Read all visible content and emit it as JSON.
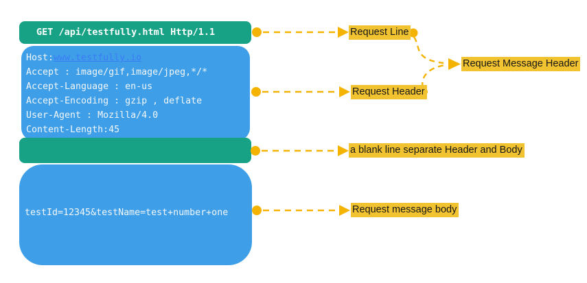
{
  "colors": {
    "green": "#17A285",
    "blue": "#3E9FE8",
    "label_bg": "#F2C330",
    "arrow": "#F5B301",
    "link": "#3B7CF3",
    "box_text": "#F2F6F8"
  },
  "request_line": {
    "text": "GET /api/testfully.html Http/1.1"
  },
  "request_headers": {
    "host_label": "Host:",
    "host_link": "www.testfully.io",
    "lines": [
      "Accept : image/gif,image/jpeg,*/*",
      "Accept-Language : en-us",
      "Accept-Encoding : gzip , deflate",
      "User-Agent : Mozilla/4.0",
      "Content-Length:45"
    ]
  },
  "request_body": {
    "text": "testId=12345&testName=test+number+one"
  },
  "annotations": {
    "request_line": "Request Line",
    "request_header": "Request Header",
    "request_message_header": "Request Message Header",
    "blank_line": "a blank line separate Header and Body",
    "request_body": "Request message body"
  }
}
